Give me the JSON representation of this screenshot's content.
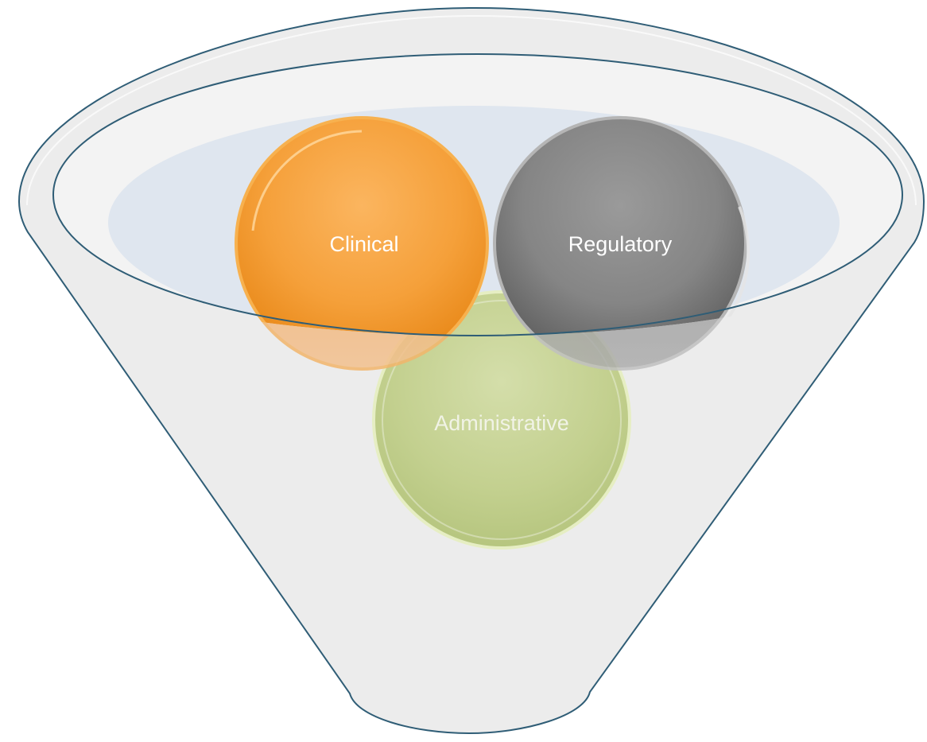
{
  "diagram": {
    "type": "funnel",
    "circles": [
      {
        "id": "clinical",
        "label": "Clinical",
        "color": "#f39a2e"
      },
      {
        "id": "regulatory",
        "label": "Regulatory",
        "color": "#7a7a7a"
      },
      {
        "id": "administrative",
        "label": "Administrative",
        "color": "#bccb7d"
      }
    ],
    "colors": {
      "funnel_fill": "#ececec",
      "funnel_stroke": "#2f5d76",
      "rim_fill": "#dfe6ef"
    }
  }
}
